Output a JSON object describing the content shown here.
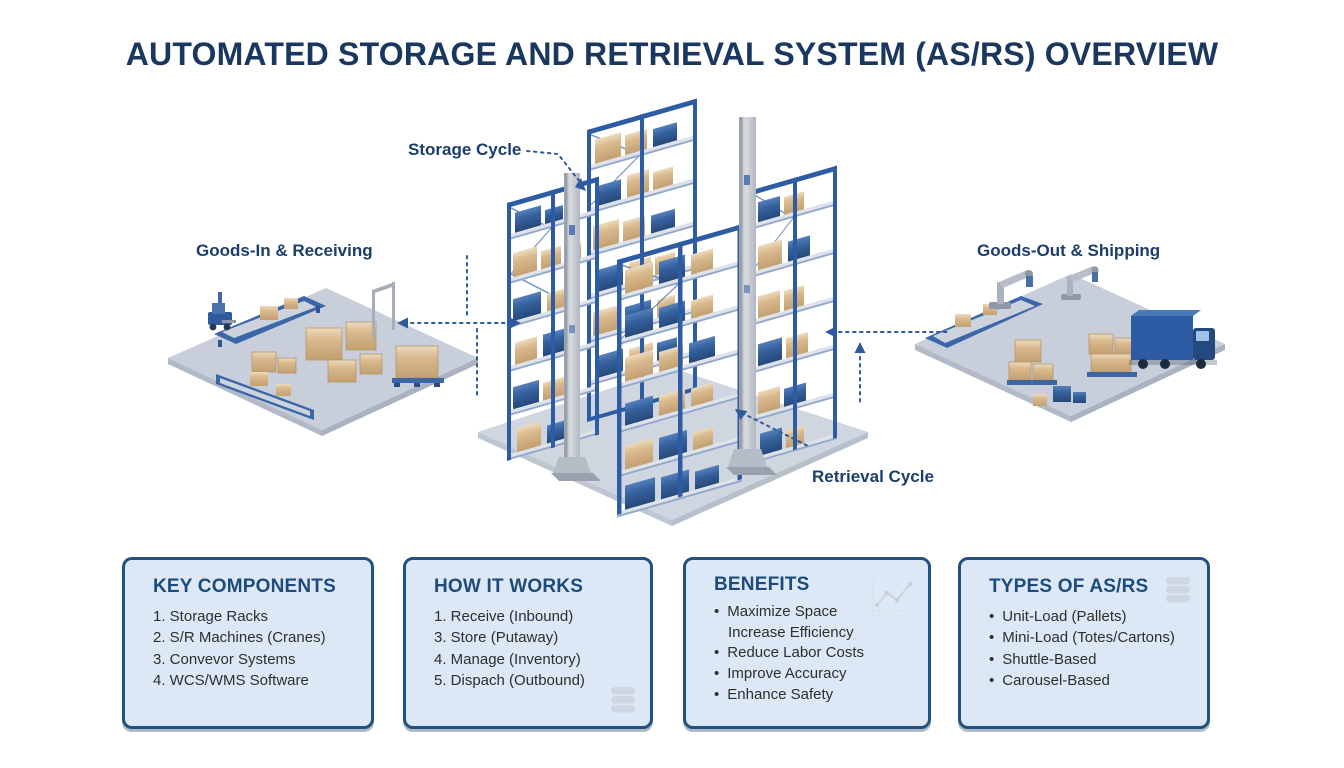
{
  "title": "AUTOMATED STORAGE AND RETRIEVAL SYSTEM (AS/RS) OVERVIEW",
  "labels": {
    "storage_cycle": "Storage Cycle",
    "retrieval_cycle": "Retrieval Cycle",
    "goods_in": "Goods-In & Receiving",
    "goods_out": "Goods-Out & Shipping"
  },
  "cards": [
    {
      "title": "KEY COMPONENTS",
      "items": [
        "1. Storage Racks",
        "2. S/R Machines (Cranes)",
        "3. Convevor Systems",
        "4. WCS/WMS Software"
      ]
    },
    {
      "title": "HOW IT WORKS",
      "items": [
        "1. Receive (Inbound)",
        "3. Store (Putaway)",
        "4. Manage (Inventory)",
        "5. Dispach (Outbound)"
      ],
      "icon": "database-icon"
    },
    {
      "title": "BENEFITS",
      "items": [
        "Maximize Space",
        "Increase Efficiency",
        "Reduce Labor Costs",
        "Improve Accuracy",
        "Enhance Safety"
      ],
      "icon": "chart-icon"
    },
    {
      "title": "TYPES OF AS/RS",
      "items": [
        "Unit-Load (Pallets)",
        "Mini-Load (Totes/Cartons)",
        "Shuttle-Based",
        "Carousel-Based"
      ],
      "icon": "database-icon"
    }
  ],
  "colors": {
    "title_navy": "#19375f",
    "label_navy": "#1c3e6d",
    "card_bg": "#dce8f5",
    "card_border": "#20517f",
    "arrow_blue": "#2f5b9e",
    "rack_blue": "#2e5ca4",
    "box_tan": "#d9b98e",
    "bin_blue": "#35619e",
    "floor_gray": "#cdd4df",
    "mast_gray": "#c5cad1"
  }
}
